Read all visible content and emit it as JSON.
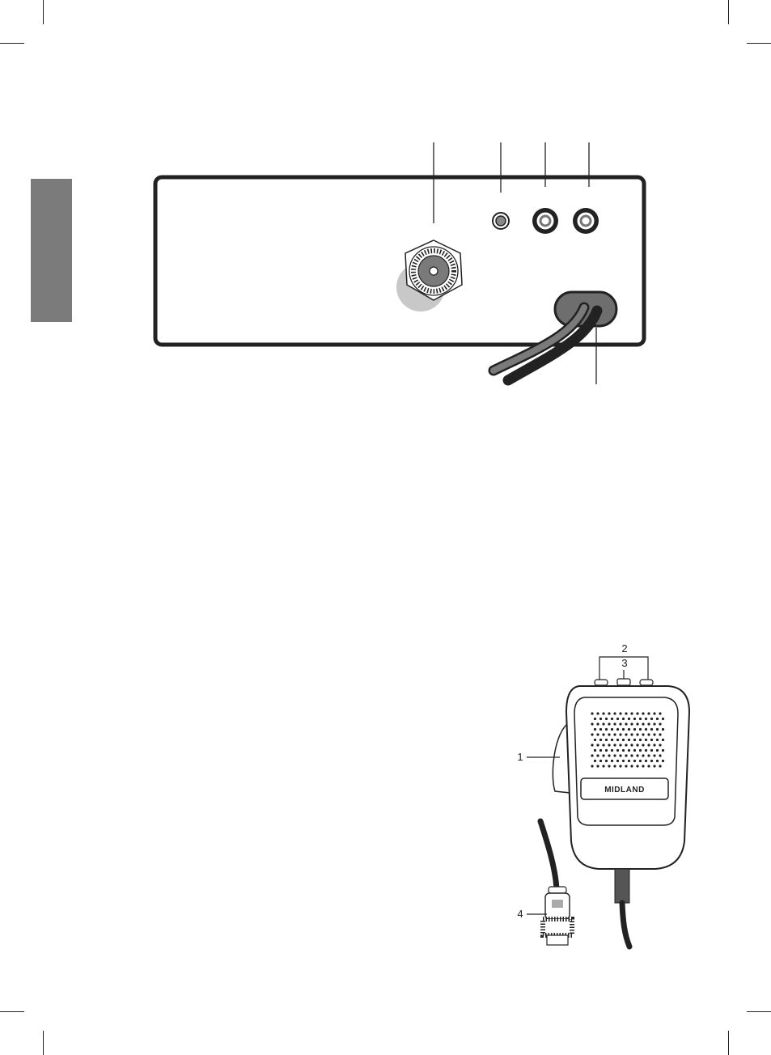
{
  "microphone": {
    "brand_logo": "MIDLAND",
    "callouts": {
      "side_ptt": "1",
      "top_buttons": "2",
      "center_button": "3",
      "connector": "4"
    }
  },
  "colors": {
    "side_tab": "#7b7b7b",
    "outline": "#222222",
    "cable_gray": "#6e6e6e",
    "antenna_shadow": "#c8c8c8"
  }
}
